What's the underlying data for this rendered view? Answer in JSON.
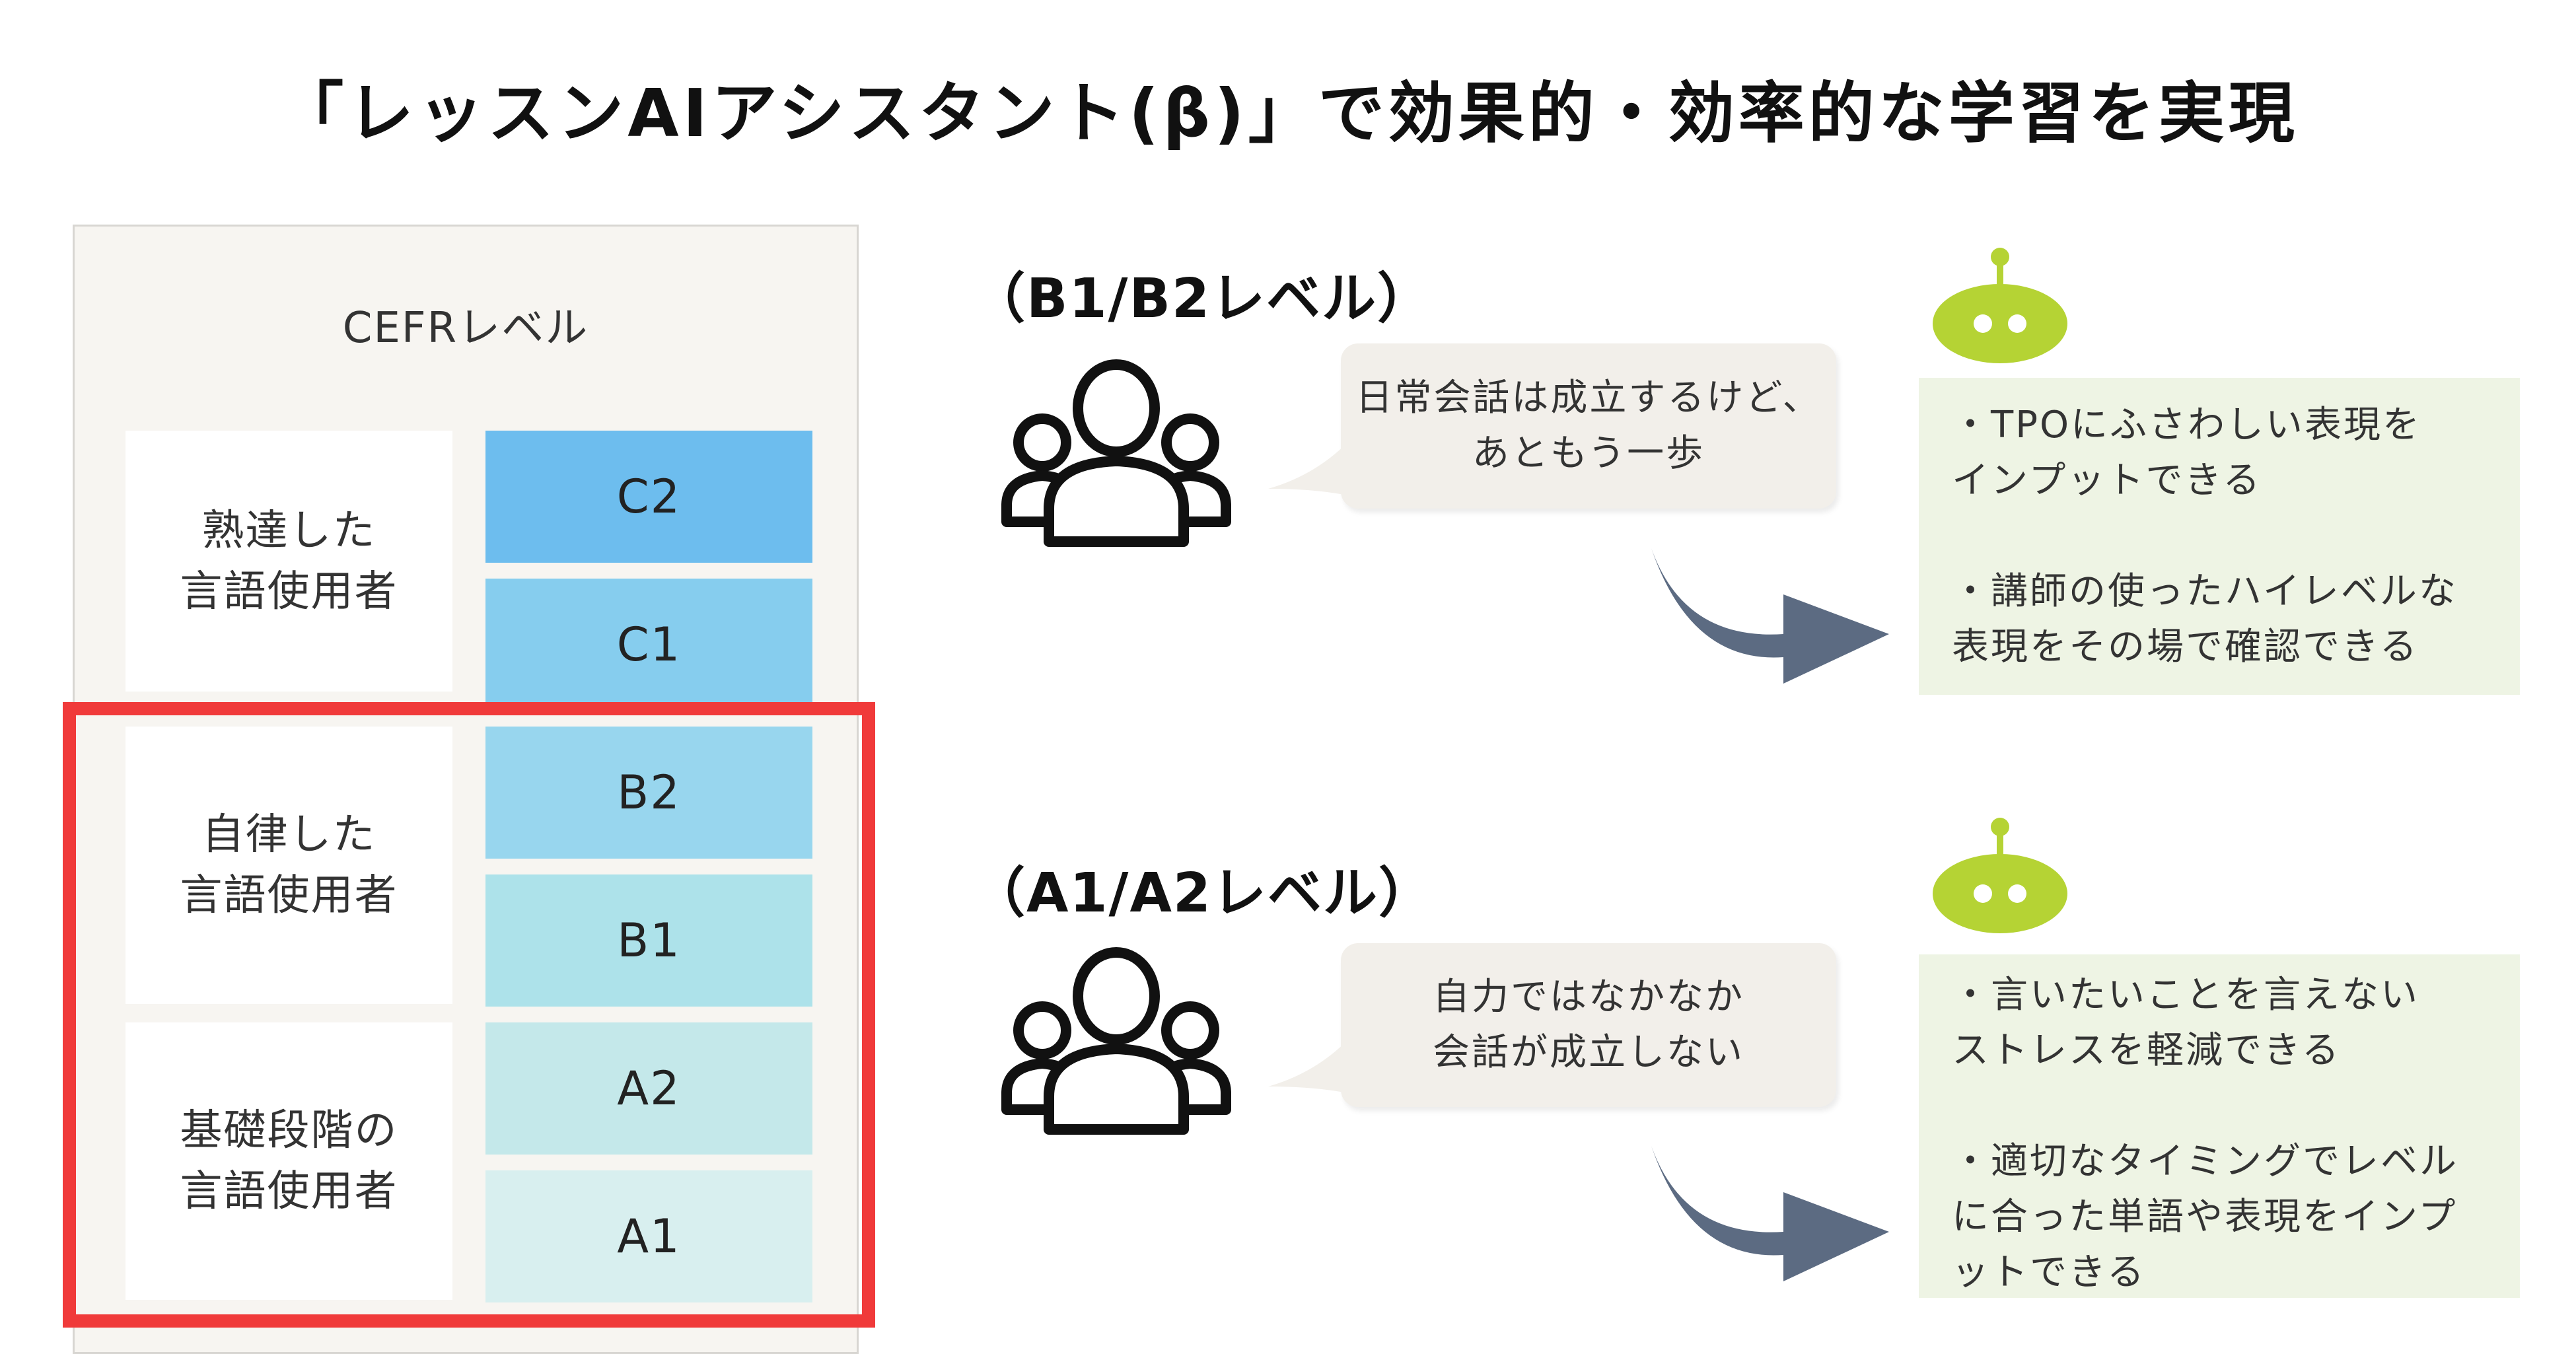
{
  "title": "「レッスンAIアシスタント(β)」で効果的・効率的な学習を実現",
  "cefr": {
    "title": "CEFRレベル",
    "groups": [
      {
        "label": "熟達した\n言語使用者"
      },
      {
        "label": "自律した\n言語使用者"
      },
      {
        "label": "基礎段階の\n言語使用者"
      }
    ],
    "levels": [
      {
        "label": "C2",
        "color": "#6dbdee"
      },
      {
        "label": "C1",
        "color": "#86cdee"
      },
      {
        "label": "B2",
        "color": "#98d6ee"
      },
      {
        "label": "B1",
        "color": "#ade2ea"
      },
      {
        "label": "A2",
        "color": "#c4e8ea"
      },
      {
        "label": "A1",
        "color": "#d8efef"
      }
    ],
    "highlight_color": "#f03a3a"
  },
  "sections": [
    {
      "title": "（B1/B2レベル）",
      "bubble": "日常会話は成立するけど、\nあともう一歩",
      "benefits": [
        "・TPOにふさわしい表現を\nインプットできる",
        "・講師の使ったハイレベルな\n表現をその場で確認できる"
      ]
    },
    {
      "title": "（A1/A2レベル）",
      "bubble": "自力ではなかなか\n会話が成立しない",
      "benefits": [
        "・言いたいことを言えない\nストレスを軽減できる",
        "・適切なタイミングでレベル\nに合った単語や表現をインプ\nットできる"
      ]
    }
  ],
  "icons": {
    "people": "people-group-icon",
    "robot": "robot-icon",
    "arrow": "curved-arrow-icon"
  },
  "colors": {
    "robot": "#b5d334",
    "arrow": "#5c6b82",
    "green_box": "#eef4e4",
    "bubble": "#f2efea"
  }
}
